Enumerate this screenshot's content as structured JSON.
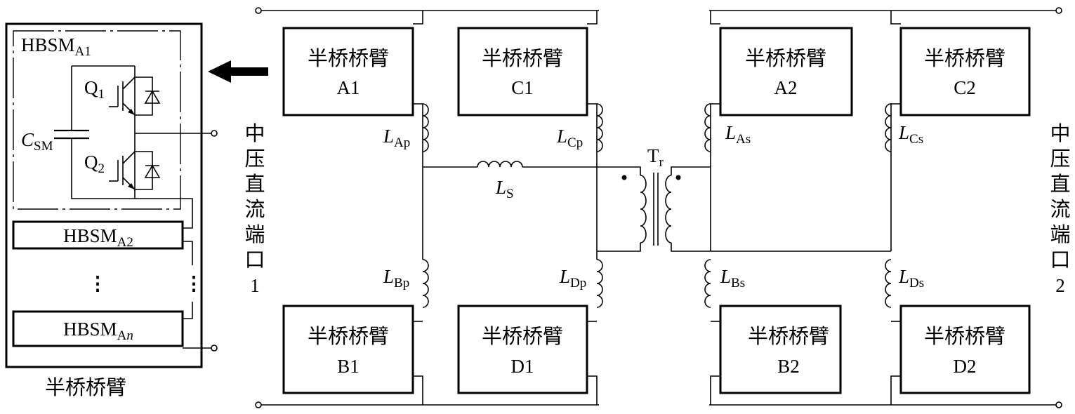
{
  "left_detail": {
    "title": "半桥桥臂",
    "submodule1": {
      "base": "HBSM",
      "sub": "A1"
    },
    "submodule2": {
      "base": "HBSM",
      "sub": "A2"
    },
    "submodulen": {
      "base": "HBSM",
      "sub_prefix": "A",
      "sub_italic": "n"
    },
    "cap": {
      "base": "C",
      "sub": "SM"
    },
    "switch1": {
      "base": "Q",
      "sub": "1"
    },
    "switch2": {
      "base": "Q",
      "sub": "2"
    },
    "ellipsis": "⋮"
  },
  "port1": {
    "chars": [
      "中",
      "压",
      "直",
      "流",
      "端",
      "口",
      "1"
    ]
  },
  "port2": {
    "chars": [
      "中",
      "压",
      "直",
      "流",
      "端",
      "口",
      "2"
    ]
  },
  "arms": [
    {
      "id": "A1",
      "line1": "半桥桥臂",
      "line2": "A1"
    },
    {
      "id": "C1",
      "line1": "半桥桥臂",
      "line2": "C1"
    },
    {
      "id": "B1",
      "line1": "半桥桥臂",
      "line2": "B1"
    },
    {
      "id": "D1",
      "line1": "半桥桥臂",
      "line2": "D1"
    },
    {
      "id": "A2",
      "line1": "半桥桥臂",
      "line2": "A2"
    },
    {
      "id": "C2",
      "line1": "半桥桥臂",
      "line2": "C2"
    },
    {
      "id": "B2",
      "line1": "半桥桥臂",
      "line2": "B2"
    },
    {
      "id": "D2",
      "line1": "半桥桥臂",
      "line2": "D2"
    }
  ],
  "inductors": {
    "Ap": {
      "base": "L",
      "sub": "Ap"
    },
    "Cp": {
      "base": "L",
      "sub": "Cp"
    },
    "Bp": {
      "base": "L",
      "sub": "Bp"
    },
    "Dp": {
      "base": "L",
      "sub": "Dp"
    },
    "As": {
      "base": "L",
      "sub": "As"
    },
    "Cs": {
      "base": "L",
      "sub": "Cs"
    },
    "Bs": {
      "base": "L",
      "sub": "Bs"
    },
    "Ds": {
      "base": "L",
      "sub": "Ds"
    },
    "S": {
      "base": "L",
      "sub": "S"
    }
  },
  "transformer": {
    "base": "T",
    "sub": "r"
  }
}
